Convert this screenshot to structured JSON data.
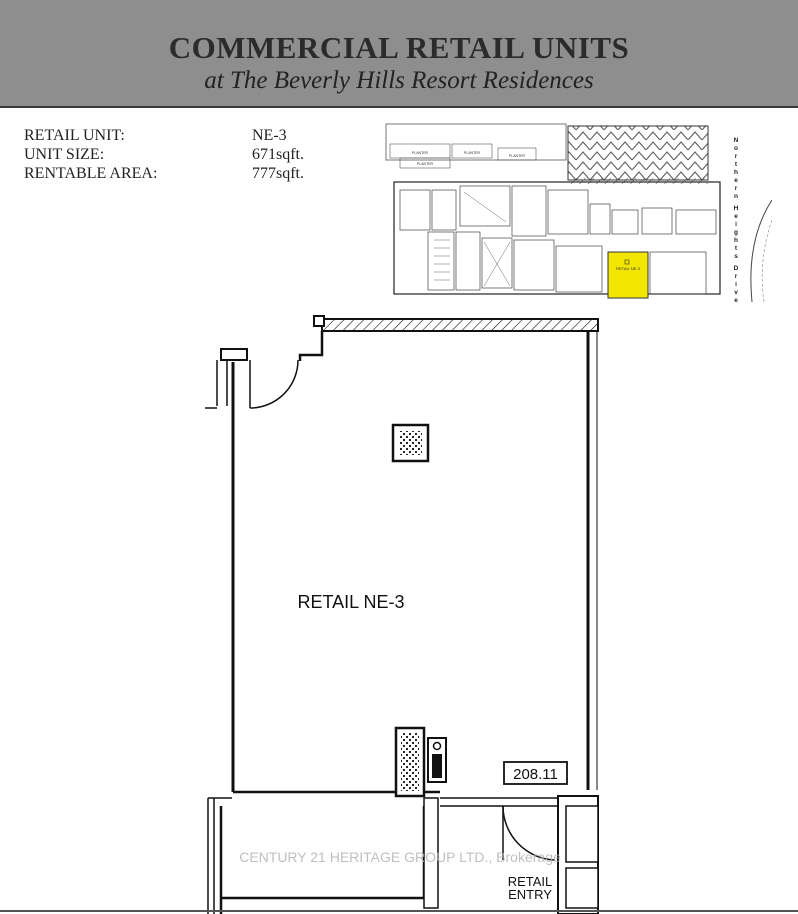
{
  "header": {
    "title": "COMMERCIAL RETAIL UNITS",
    "subtitle": "at The Beverly Hills Resort Residences"
  },
  "unit_info": [
    {
      "label": "RETAIL UNIT:",
      "value": "NE-3"
    },
    {
      "label": "UNIT SIZE:",
      "value": "671sqft."
    },
    {
      "label": "RENTABLE AREA:",
      "value": "777sqft."
    }
  ],
  "keyplan": {
    "street_name": "Northern Heights Drive",
    "street_letters": [
      "N",
      "o",
      "r",
      "t",
      "h",
      "e",
      "r",
      "n",
      "H",
      "e",
      "i",
      "g",
      "h",
      "t",
      "s",
      "D",
      "r",
      "i",
      "v",
      "e"
    ],
    "highlight_label": "RETAIL NE-3",
    "highlight_color": "#f2e600",
    "planter_labels": [
      "PLANTER",
      "PLANTER",
      "PLANTER",
      "PLANTER"
    ]
  },
  "floorplan": {
    "room_label": "RETAIL NE-3",
    "elevation": "208.11",
    "entry_line1": "RETAIL",
    "entry_line2": "ENTRY",
    "watermark": "CENTURY 21 HERITAGE GROUP LTD., Brokerage"
  }
}
